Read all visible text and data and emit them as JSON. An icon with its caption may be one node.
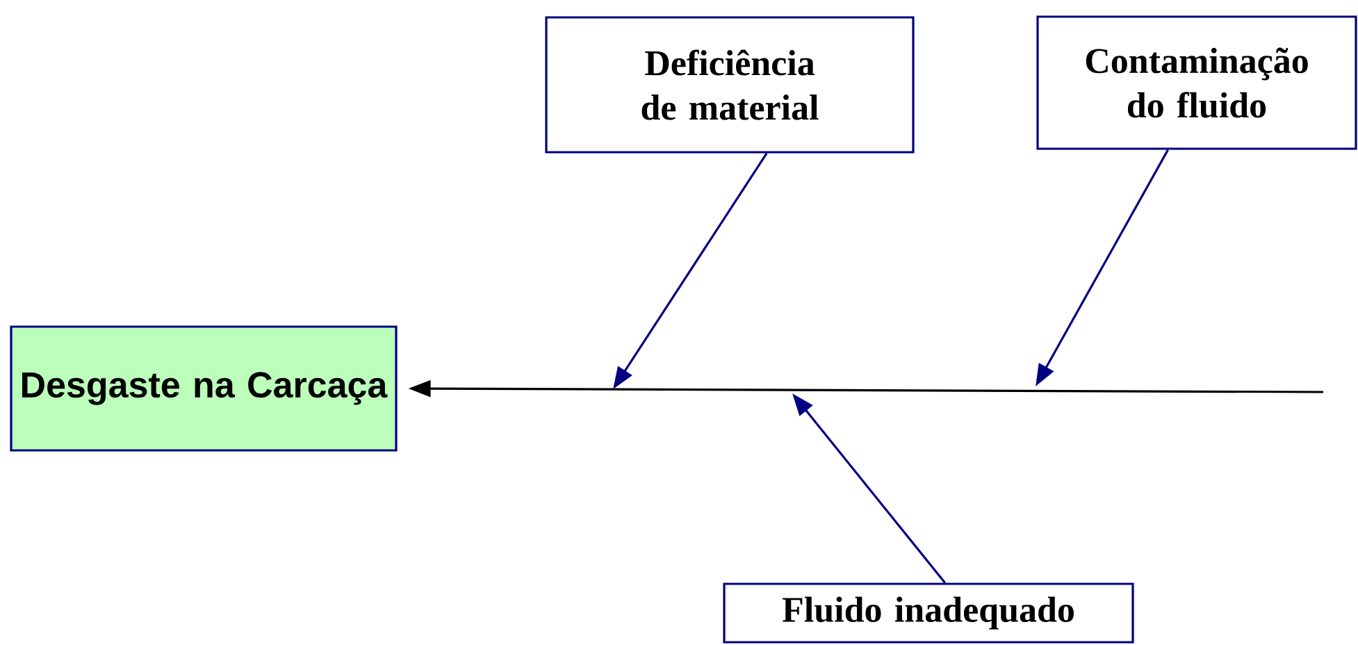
{
  "diagram": {
    "nodes": [
      {
        "text": [
          "Desgaste na Carcaça"
        ]
      },
      {
        "text": [
          "Deficiência de material"
        ]
      },
      {
        "text": [
          "Contaminação do fluido"
        ]
      },
      {
        "text": [
          "Fluido inadequado"
        ]
      }
    ],
    "edges": [
      {
        "from": null,
        "to": 0,
        "arrow": "to",
        "color": "#000000"
      },
      {
        "from": 1,
        "to": null,
        "arrow": "to"
      },
      {
        "from": 2,
        "to": null,
        "arrow": "to"
      },
      {
        "from": 3,
        "to": null,
        "arrow": "to"
      }
    ]
  }
}
